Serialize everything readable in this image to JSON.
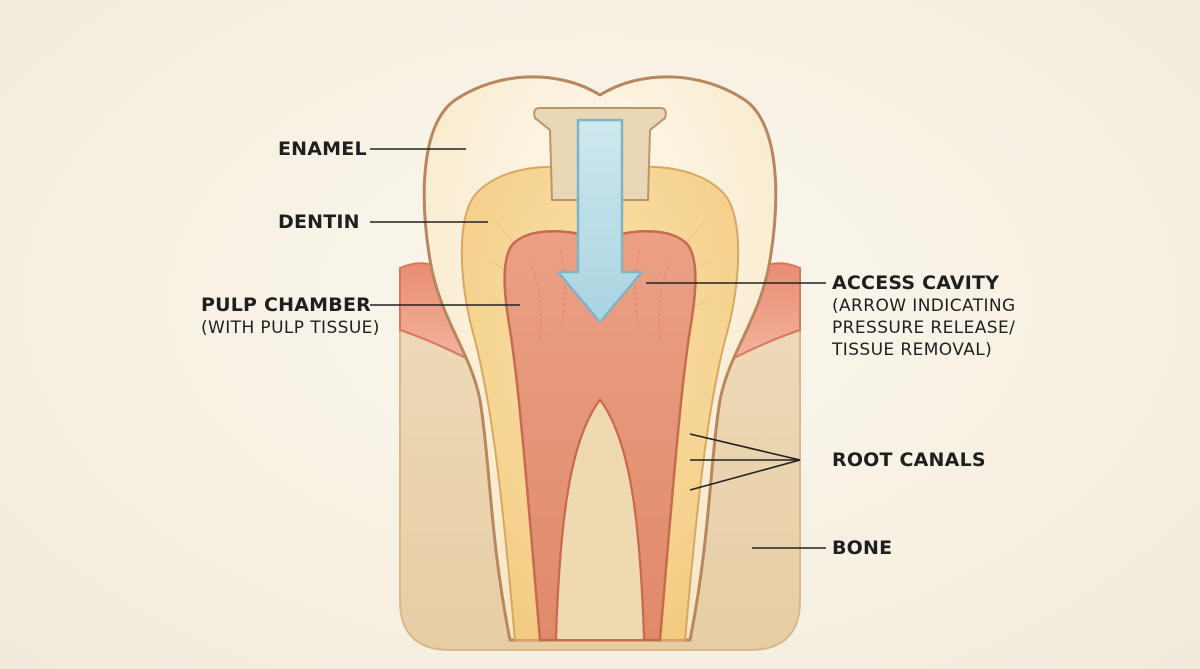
{
  "labels": {
    "enamel": "ENAMEL",
    "dentin": "DENTIN",
    "pulp_chamber": "PULP CHAMBER",
    "pulp_chamber_sub": "(WITH PULP TISSUE)",
    "access_cavity": "ACCESS CAVITY",
    "access_cavity_sub1": "(ARROW INDICATING",
    "access_cavity_sub2": "PRESSURE RELEASE/",
    "access_cavity_sub3": "TISSUE REMOVAL)",
    "root_canals": "ROOT CANALS",
    "bone": "BONE"
  },
  "colors": {
    "background": "#f7f1e4",
    "enamel": "#fbf3df",
    "tooth_outline": "#b9865e",
    "dentin": "#f6d694",
    "pulp": "#e59a7c",
    "pulp_outline": "#c86a4f",
    "gum": "#ee9d86",
    "bone": "#ecd6b2",
    "filling": "#e8d5b5",
    "arrow": "#b9dde6",
    "arrow_outline": "#7fb3c6",
    "leader_line": "#222222"
  }
}
